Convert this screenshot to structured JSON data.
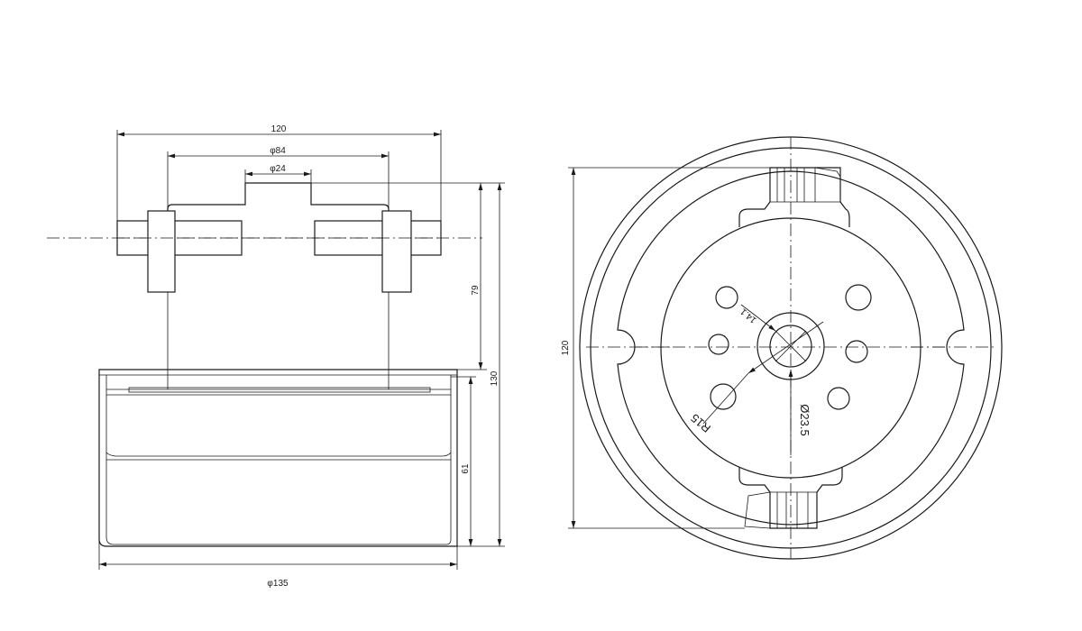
{
  "side_view": {
    "dim_width": "120",
    "dim_phi84": "φ84",
    "dim_phi24": "φ24",
    "dim_height_79": "79",
    "dim_height_130": "130",
    "dim_height_61": "61",
    "dim_diameter": "φ135"
  },
  "top_view": {
    "dim_height_120": "120",
    "dim_radius_14": "14.1",
    "dim_radius_15": "R15",
    "dim_diameter_23_5": "Ø23.5"
  }
}
